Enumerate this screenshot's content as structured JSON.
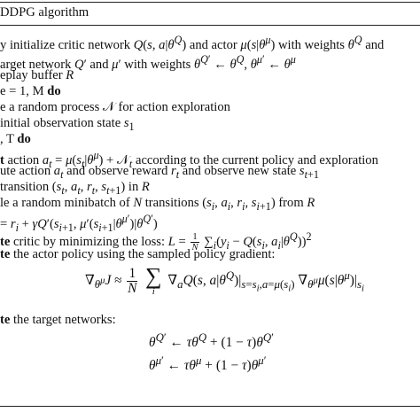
{
  "title": " DDPG algorithm",
  "lines": [
    "y initialize critic network Q(s, a|θ^Q) and actor μ(s|θ^μ) with weights θ^Q and",
    "arget network Q′ and μ′ with weights θ^{Q′} ← θ^Q, θ^{μ′} ← θ^μ",
    "eplay buffer R",
    "e = 1, M",
    "e a random process 𝒩 for action exploration",
    "initial observation state s₁",
    ", T",
    "t action a_t = μ(s_t|θ^μ) + 𝒩_t according to the current policy and exploration",
    "ute action a_t and observe reward r_t and observe new state s_{t+1}",
    "transition (s_t, a_t, r_t, s_{t+1}) in R",
    "le a random minibatch of N transitions (s_i, a_i, r_i, s_{i+1}) from R",
    "= r_i + γQ′(s_{i+1}, μ′(s_{i+1}|θ^{μ′})|θ^{Q′})",
    "te critic by minimizing the loss: L = 1/N Σ_i (y_i − Q(s_i, a_i|θ^Q))²",
    "te the actor policy using the sampled policy gradient:",
    "te the target networks:"
  ],
  "keywords": {
    "do": "do"
  },
  "pg_formula": {
    "lhs": "∇θ^μ J ≈",
    "frac_num": "1",
    "frac_den": "N",
    "sum": "∑",
    "sum_idx": "i",
    "rhs": "∇_a Q(s, a|θ^Q)|_{s=s_i, a=μ(s_i)} ∇θ^μ μ(s|θ^μ)|_{s_i}"
  },
  "target_updates": [
    "θ^{Q′} ← τθ^Q + (1 − τ)θ^{Q′}",
    "θ^{μ′} ← τθ^μ + (1 − τ)θ^{μ′}"
  ]
}
